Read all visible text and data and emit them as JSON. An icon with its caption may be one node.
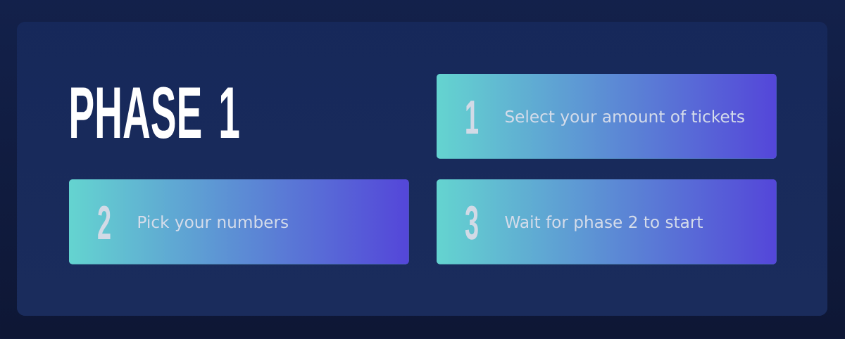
{
  "diagram": {
    "title": "PHASE 1",
    "nodes": [
      {
        "text": [
          "1",
          "Select your amount of tickets"
        ]
      },
      {
        "text": [
          "2",
          "Pick your numbers"
        ]
      },
      {
        "text": [
          "3",
          "Wait for phase 2 to start"
        ]
      }
    ]
  }
}
